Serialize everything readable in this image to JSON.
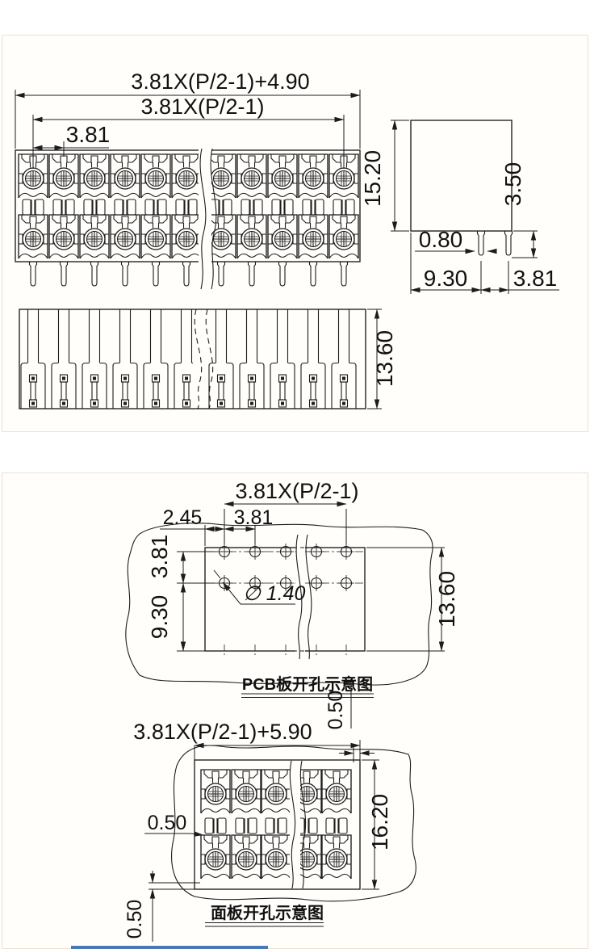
{
  "colors": {
    "line": "#1c1c1c",
    "panel_border": "#eae3d2",
    "panel_bg": "#fffefb",
    "accent_bar": "#4a7ab5"
  },
  "front_view": {
    "dim_overall": "3.81X(P/2-1)+4.90",
    "dim_span": "3.81X(P/2-1)",
    "dim_pitch": "3.81"
  },
  "side_view": {
    "dim_height": "15.20",
    "dim_pin_length": "3.50",
    "dim_pin_width": "0.80",
    "dim_pin_inset": "9.30",
    "dim_pin_pitch": "3.81"
  },
  "bottom_view": {
    "dim_depth": "13.60"
  },
  "pcb_view": {
    "title": "PCB板开孔示意图",
    "dim_span": "3.81X(P/2-1)",
    "dim_edge": "2.45",
    "dim_pitch": "3.81",
    "dim_row_pitch": "3.81",
    "dim_row_edge": "9.30",
    "dim_hole_dia": "∅ 1.40",
    "dim_depth": "13.60"
  },
  "panel_view": {
    "title": "面板开孔示意图",
    "dim_width": "3.81X(P/2-1)+5.90",
    "dim_top_clearance": "0.50",
    "dim_left_clearance": "0.50",
    "dim_bottom_clearance": "0.50",
    "dim_height": "16.20"
  }
}
